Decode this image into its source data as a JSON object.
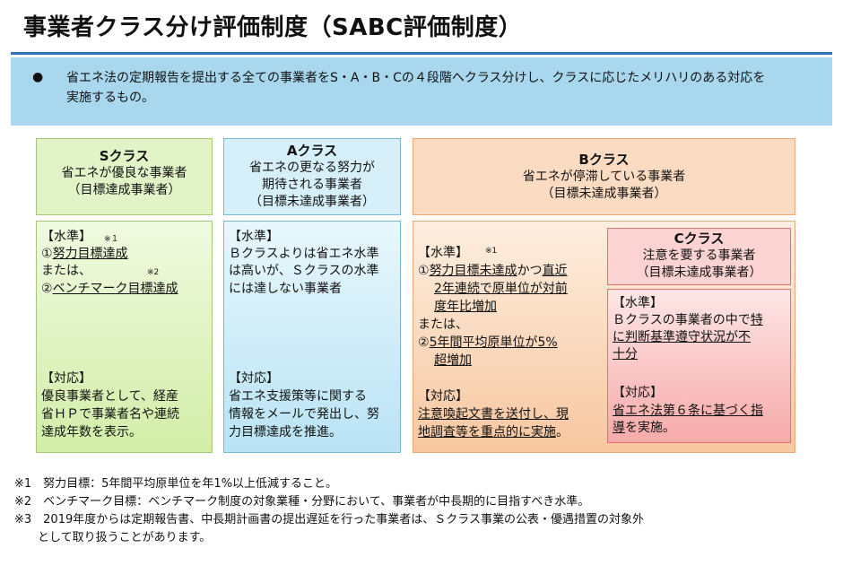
{
  "title": "事業者クラス分け評価制度（SABC評価制度）",
  "summary": {
    "bullet": "●",
    "line1": "省エネ法の定期報告を提出する全ての事業者をS・A・B・Cの４段階へクラス分けし、クラスに応じたメリハリのある対応を",
    "line2": "実施するもの。"
  },
  "s_class": {
    "name": "Sクラス",
    "desc1": "省エネが優良な事業者",
    "desc2": "（目標達成事業者）",
    "std_label": "【水準】",
    "std_note1": "※１",
    "std_item1_num": "①",
    "std_item1": "努力目標達成",
    "std_or": "または、",
    "std_note2": "※2",
    "std_item2_num": "②",
    "std_item2": "ベンチマーク目標達成",
    "resp_label": "【対応】",
    "resp_line1": "優良事業者として、経産",
    "resp_line2": "省ＨＰで事業者名や連続",
    "resp_line3": "達成年数を表示。"
  },
  "a_class": {
    "name": "Aクラス",
    "desc1": "省エネの更なる努力が",
    "desc2": "期待される事業者",
    "desc3": "（目標未達成事業者）",
    "std_label": "【水準】",
    "std_line1": "Ｂクラスよりは省エネ水準",
    "std_line2": "は高いが、Ｓクラスの水準",
    "std_line3": "には達しない事業者",
    "resp_label": "【対応】",
    "resp_line1": "省エネ支援策等に関する",
    "resp_line2": "情報をメールで発出し、努",
    "resp_line3": "力目標達成を推進。"
  },
  "b_class": {
    "name": "Bクラス",
    "desc1": "省エネが停滞している事業者",
    "desc2": "（目標未達成事業者）",
    "std_label": "【水準】",
    "std_note": "※1",
    "std_item1_num": "①",
    "std_item1_a": "努力目標未達成",
    "std_item1_b": "かつ",
    "std_item1_c": "直近",
    "std_item1_line2": "2年連続で原単位が対前",
    "std_item1_line3": "度年比増加",
    "std_or": "または、",
    "std_item2_num": "②",
    "std_item2_line1": "5年間平均原単位が5%",
    "std_item2_line2": "超増加",
    "resp_label": "【対応】",
    "resp_line1": "注意喚起文書を送付し、現",
    "resp_line2": "地調査等を重点的に実施",
    "resp_end": "。"
  },
  "c_class": {
    "name": "Cクラス",
    "desc1": "注意を要する事業者",
    "desc2": "（目標未達成事業者）",
    "std_label": "【水準】",
    "std_line1_a": "Ｂクラスの事業者の中で",
    "std_line1_b": "特",
    "std_line2": "に判断基準遵守状況が不",
    "std_line3": "十分",
    "resp_label": "【対応】",
    "resp_line1": "省エネ法第６条に基づく指",
    "resp_line2_a": "導",
    "resp_line2_b": "を実施。"
  },
  "notes": [
    "※1　努力目標：5年間平均原単位を年1%以上低減すること。",
    "※2　ベンチマーク目標：ベンチマーク制度の対象業種・分野において、事業者が中長期的に目指すべき水準。",
    "※3　2019年度からは定期報告書、中長期計画書の提出遅延を行った事業者は、Ｓクラス事業の公表・優遇措置の対象外",
    "　　として取り扱うことがあります。"
  ]
}
